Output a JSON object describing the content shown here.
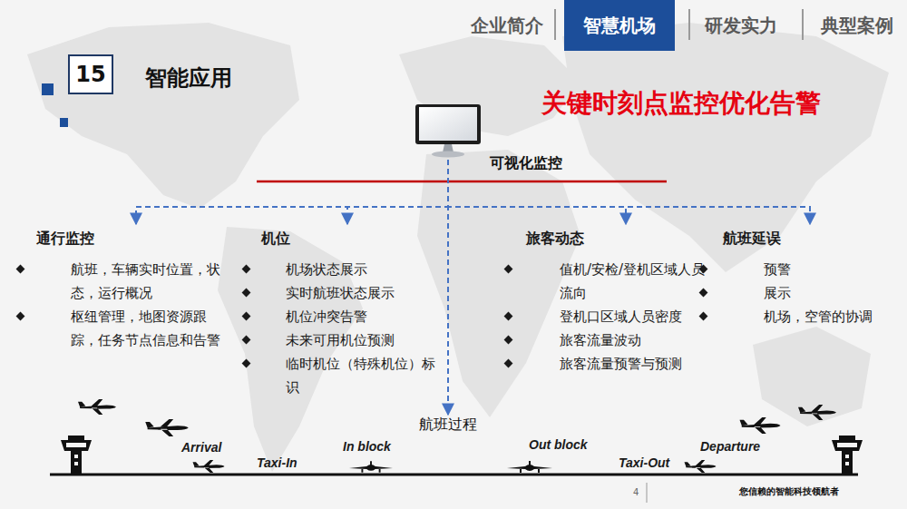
{
  "diagram": {
    "title": "智能应用",
    "nodes": [
      {
        "text": [
          "企业简介"
        ]
      },
      {
        "text": [
          "智慧机场"
        ]
      },
      {
        "text": [
          "研发实力"
        ]
      },
      {
        "text": [
          "典型案例"
        ]
      },
      {
        "text": [
          "15"
        ]
      },
      {
        "text": [
          "可视化监控"
        ]
      },
      {
        "text": [
          "通行监控",
          "航班，车辆实时位置，状态，运行概况",
          "枢纽管理，地图资源跟踪，任务节点信息和告警"
        ]
      },
      {
        "text": [
          "机位",
          "机场状态展示",
          "实时航班状态展示",
          "机位冲突告警",
          "未来可用机位预测",
          "临时机位（特殊机位）标识"
        ]
      },
      {
        "text": [
          "旅客动态",
          "值机/安检/登机区域人员流向",
          "登机口区域人员密度",
          "旅客流量波动",
          "旅客流量预警与预测"
        ]
      },
      {
        "text": [
          "航班延误",
          "预警",
          "展示",
          "机场，空管的协调"
        ]
      },
      {
        "text": [
          "航班过程"
        ]
      }
    ],
    "edges": [
      {
        "from": 5,
        "to": 6,
        "arrow": "to"
      },
      {
        "from": 5,
        "to": 7,
        "arrow": "to"
      },
      {
        "from": 5,
        "to": 8,
        "arrow": "to"
      },
      {
        "from": 5,
        "to": 9,
        "arrow": "to"
      },
      {
        "from": 5,
        "to": 10,
        "arrow": "to"
      }
    ],
    "labels": [
      "关键时刻点监控优化告警",
      "Arrival",
      "Taxi-In",
      "In block",
      "Out block",
      "Taxi-Out",
      "Departure",
      "4",
      "您信赖的智能科技领航者"
    ]
  }
}
